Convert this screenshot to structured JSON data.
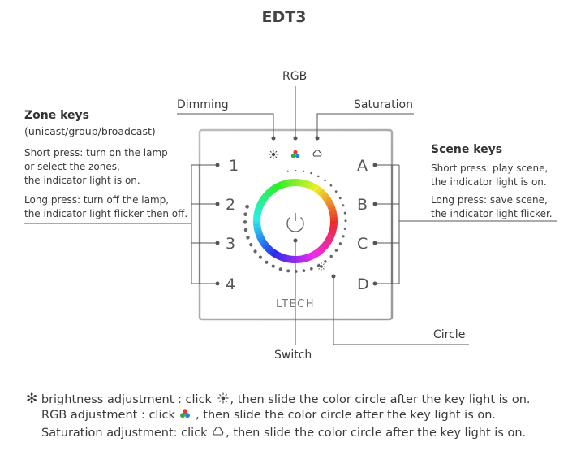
{
  "title": "EDT3",
  "callouts": {
    "rgb": "RGB",
    "dimming": "Dimming",
    "saturation": "Saturation",
    "circle": "Circle",
    "switch": "Switch"
  },
  "zone_keys": {
    "heading": "Zone keys",
    "subheading": "(unicast/group/broadcast)",
    "short_press": [
      "Short press: turn on the lamp",
      "or select the zones,",
      "the indicator light is on."
    ],
    "long_press": [
      "Long press: turn off the lamp,",
      "the indicator light flicker then off."
    ],
    "keys": [
      "1",
      "2",
      "3",
      "4"
    ]
  },
  "scene_keys": {
    "heading": "Scene keys",
    "short_press": [
      "Short press: play scene,",
      "the indicator light is on."
    ],
    "long_press": [
      "Long press: save scene,",
      "the indicator light flicker."
    ],
    "keys": [
      "A",
      "B",
      "C",
      "D"
    ]
  },
  "panel": {
    "brand": "LTECH"
  },
  "footer": {
    "asterisk": "✻",
    "line1_before": "brightness adjustment : click",
    "line1_after": ", then slide the color circle after the key light is on.",
    "line2_before": "RGB adjustment : click",
    "line2_after": ", then slide the color circle after the key light is on.",
    "line3_before": "Saturation adjustment: click",
    "line3_after": ", then slide the color circle after the key light is on."
  },
  "icons": [
    "sun-icon",
    "rgb-dots-icon",
    "saturation-icon",
    "power-icon"
  ]
}
